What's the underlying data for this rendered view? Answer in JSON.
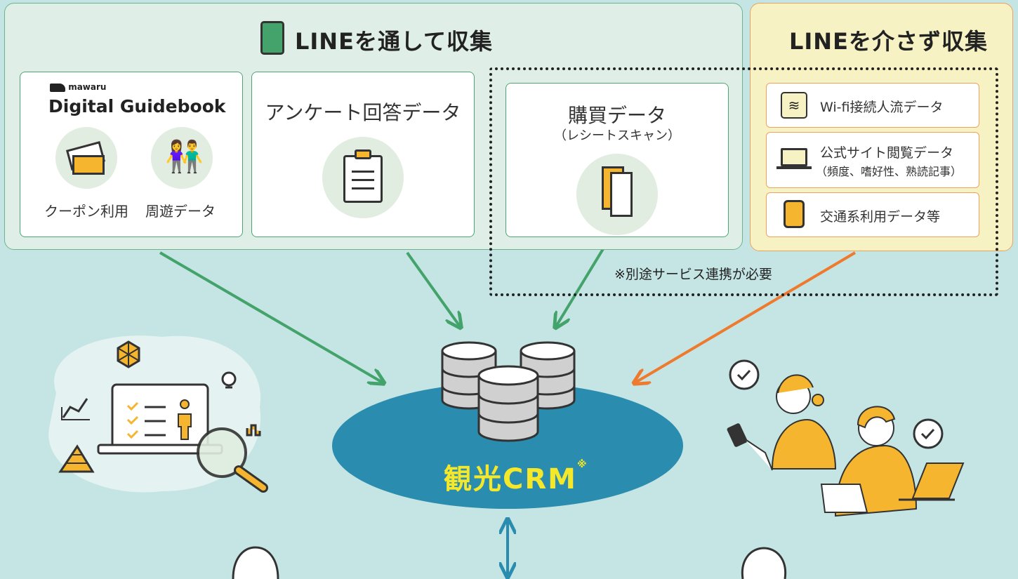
{
  "collect_via_line": {
    "title": "LINEを通して収集",
    "guidebook": {
      "brand": "mawaru",
      "title": "Digital Guidebook",
      "items": [
        {
          "label": "クーポン利用"
        },
        {
          "label": "周遊データ"
        }
      ]
    },
    "survey": {
      "title": "アンケート回答データ"
    },
    "purchase": {
      "title": "購買データ",
      "subtitle": "（レシートスキャン）"
    }
  },
  "collect_without_line": {
    "title": "LINEを介さず収集",
    "items": [
      {
        "label": "Wi-fi接続人流データ",
        "icon": "wifi-icon"
      },
      {
        "label": "公式サイト閲覧データ",
        "sub": "（頻度、嗜好性、熟読記事）",
        "icon": "laptop-icon"
      },
      {
        "label": "交通系利用データ等",
        "icon": "train-icon"
      }
    ]
  },
  "note": "※別途サービス連携が必要",
  "crm": {
    "title": "観光CRM",
    "mark": "※"
  },
  "colors": {
    "green": "#43a36a",
    "orange": "#ef7a2e",
    "crm_blue": "#2a8cae",
    "yellow": "#f5e72a",
    "bg": "#c4e5e3"
  }
}
